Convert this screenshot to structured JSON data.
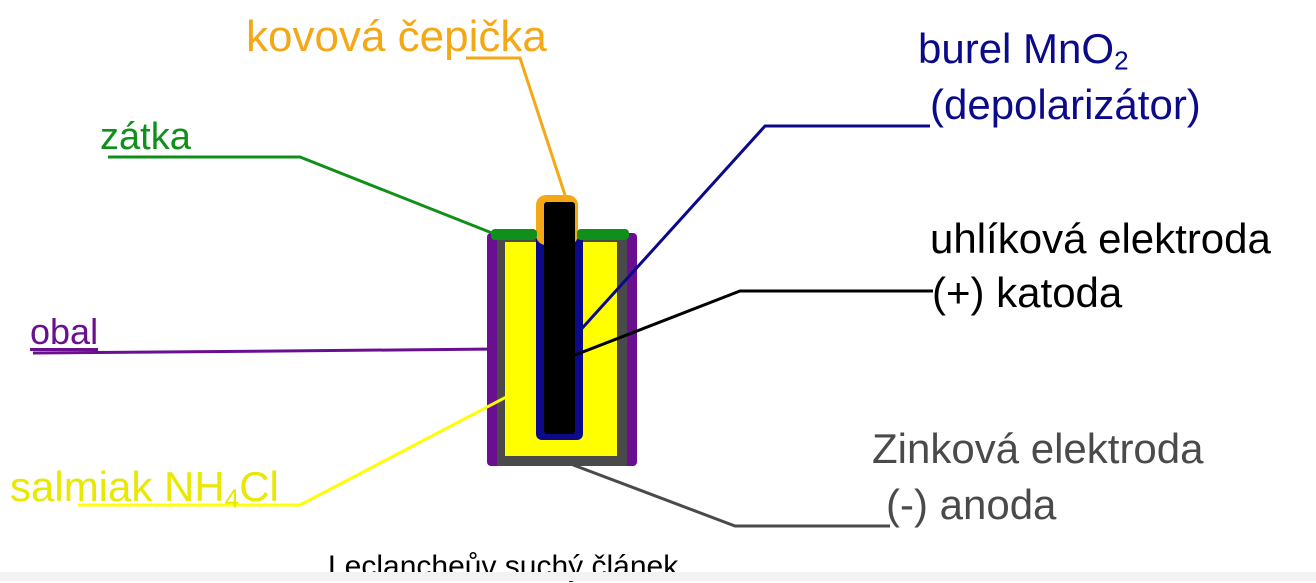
{
  "labels": {
    "cap": "kovová čepička",
    "stopper": "zátka",
    "mno2_main": "burel MnO",
    "mno2_sub": "2",
    "mno2_line2": "(depolarizátor)",
    "carbon_line1": "uhlíková elektroda",
    "carbon_line2": "(+) katoda",
    "casing": "obal",
    "zinc_line1": "Zinková elektroda",
    "zinc_line2": "(-) anoda",
    "salmiak_pre": "salmiak NH",
    "salmiak_sub": "4",
    "salmiak_post": "Cl",
    "caption": "Leclancheův suchý článek"
  },
  "colors": {
    "cap": "#f5a816",
    "stopper": "#118f1b",
    "mno2": "#0a0a8a",
    "carbon": "#000000",
    "casing": "#6a0f8f",
    "zinc": "#4a4a4a",
    "salmiak": "#ffff00",
    "salmiak_text": "#e8e800",
    "caption": "#000000"
  }
}
